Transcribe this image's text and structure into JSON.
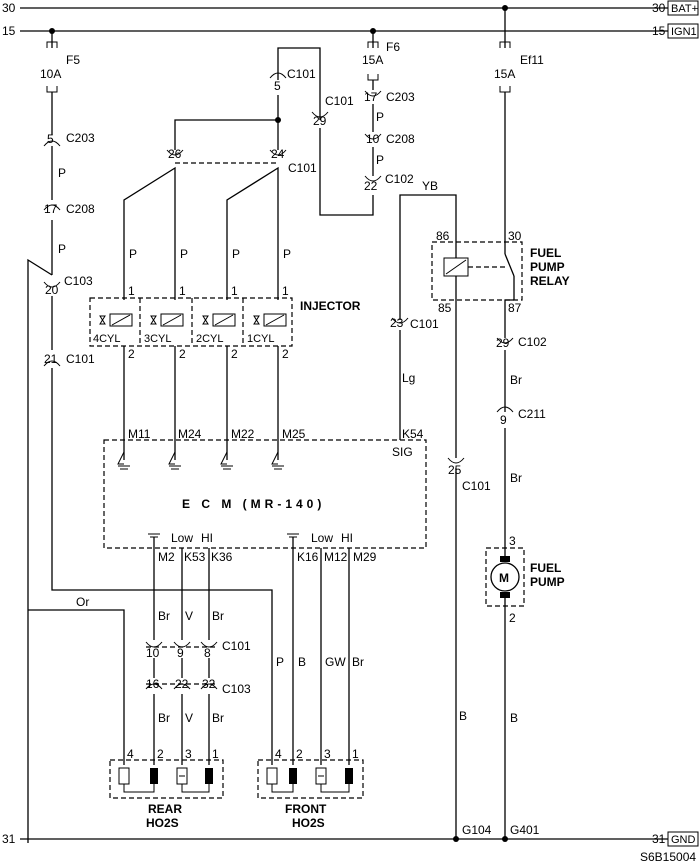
{
  "rails": {
    "top_left": "30",
    "top_right": "30",
    "top_name": "BAT+",
    "ign_left": "15",
    "ign_right": "15",
    "ign_name": "IGN1",
    "gnd_left": "31",
    "gnd_right": "31",
    "gnd_name": "GND"
  },
  "fuses": {
    "f5": {
      "name": "F5",
      "rating": "10A"
    },
    "f6": {
      "name": "F6",
      "rating": "15A"
    },
    "ef11": {
      "name": "Ef11",
      "rating": "15A"
    }
  },
  "connectors": {
    "c101_5": {
      "pin": "5",
      "name": "C101"
    },
    "c101_29": {
      "pin": "29",
      "name": "C101"
    },
    "c203_5": {
      "pin": "5",
      "name": "C203"
    },
    "c203_17": {
      "pin": "17",
      "name": "C203"
    },
    "c208_10": {
      "pin": "10",
      "name": "C208"
    },
    "c208_17": {
      "pin": "17",
      "name": "C208"
    },
    "c102_22": {
      "pin": "22",
      "name": "C102"
    },
    "c101_26": {
      "pin": "26"
    },
    "c101_24": {
      "pin": "24",
      "name": "C101"
    },
    "c103_20": {
      "pin": "20",
      "name": "C103"
    },
    "c101_21": {
      "pin": "21",
      "name": "C101"
    },
    "c101_23": {
      "pin": "23",
      "name": "C101"
    },
    "c101_25": {
      "pin": "25",
      "name": "C101"
    },
    "c102_29": {
      "pin": "29",
      "name": "C102"
    },
    "c211_9": {
      "pin": "9",
      "name": "C211"
    },
    "c101_rear": {
      "pins": [
        "10",
        "9",
        "8"
      ],
      "name": "C101"
    },
    "c103_rear": {
      "pins": [
        "16",
        "22",
        "32"
      ],
      "name": "C103"
    }
  },
  "wire_colors": {
    "p": "P",
    "yb": "YB",
    "lg": "Lg",
    "br": "Br",
    "or": "Or",
    "v": "V",
    "b": "B",
    "gw": "GW"
  },
  "injector": {
    "title": "INJECTOR",
    "cylinders": [
      "4CYL",
      "3CYL",
      "2CYL",
      "1CYL"
    ],
    "pin_top": "1",
    "pin_bottom": "2"
  },
  "ecm": {
    "title": "E C M (MR-140)",
    "pins_top": [
      "M11",
      "M24",
      "M22",
      "M25",
      "K54"
    ],
    "sig": "SIG",
    "rear_pins": [
      "M2",
      "K53",
      "K36"
    ],
    "front_pins": [
      "K16",
      "M12",
      "M29"
    ],
    "low": "Low",
    "hi": "HI"
  },
  "relay": {
    "title_lines": [
      "FUEL",
      "PUMP",
      "RELAY"
    ],
    "pins": [
      "86",
      "30",
      "85",
      "87"
    ]
  },
  "fuel_pump": {
    "title_lines": [
      "FUEL",
      "PUMP"
    ],
    "motor": "M",
    "pins": [
      "3",
      "2"
    ]
  },
  "sensors": {
    "rear_lines": [
      "REAR",
      "HO2S"
    ],
    "front_lines": [
      "FRONT",
      "HO2S"
    ],
    "pins": [
      "4",
      "2",
      "3",
      "1"
    ]
  },
  "grounds": {
    "g104": "G104",
    "g401": "G401"
  },
  "diagram_id": "S6B15004"
}
